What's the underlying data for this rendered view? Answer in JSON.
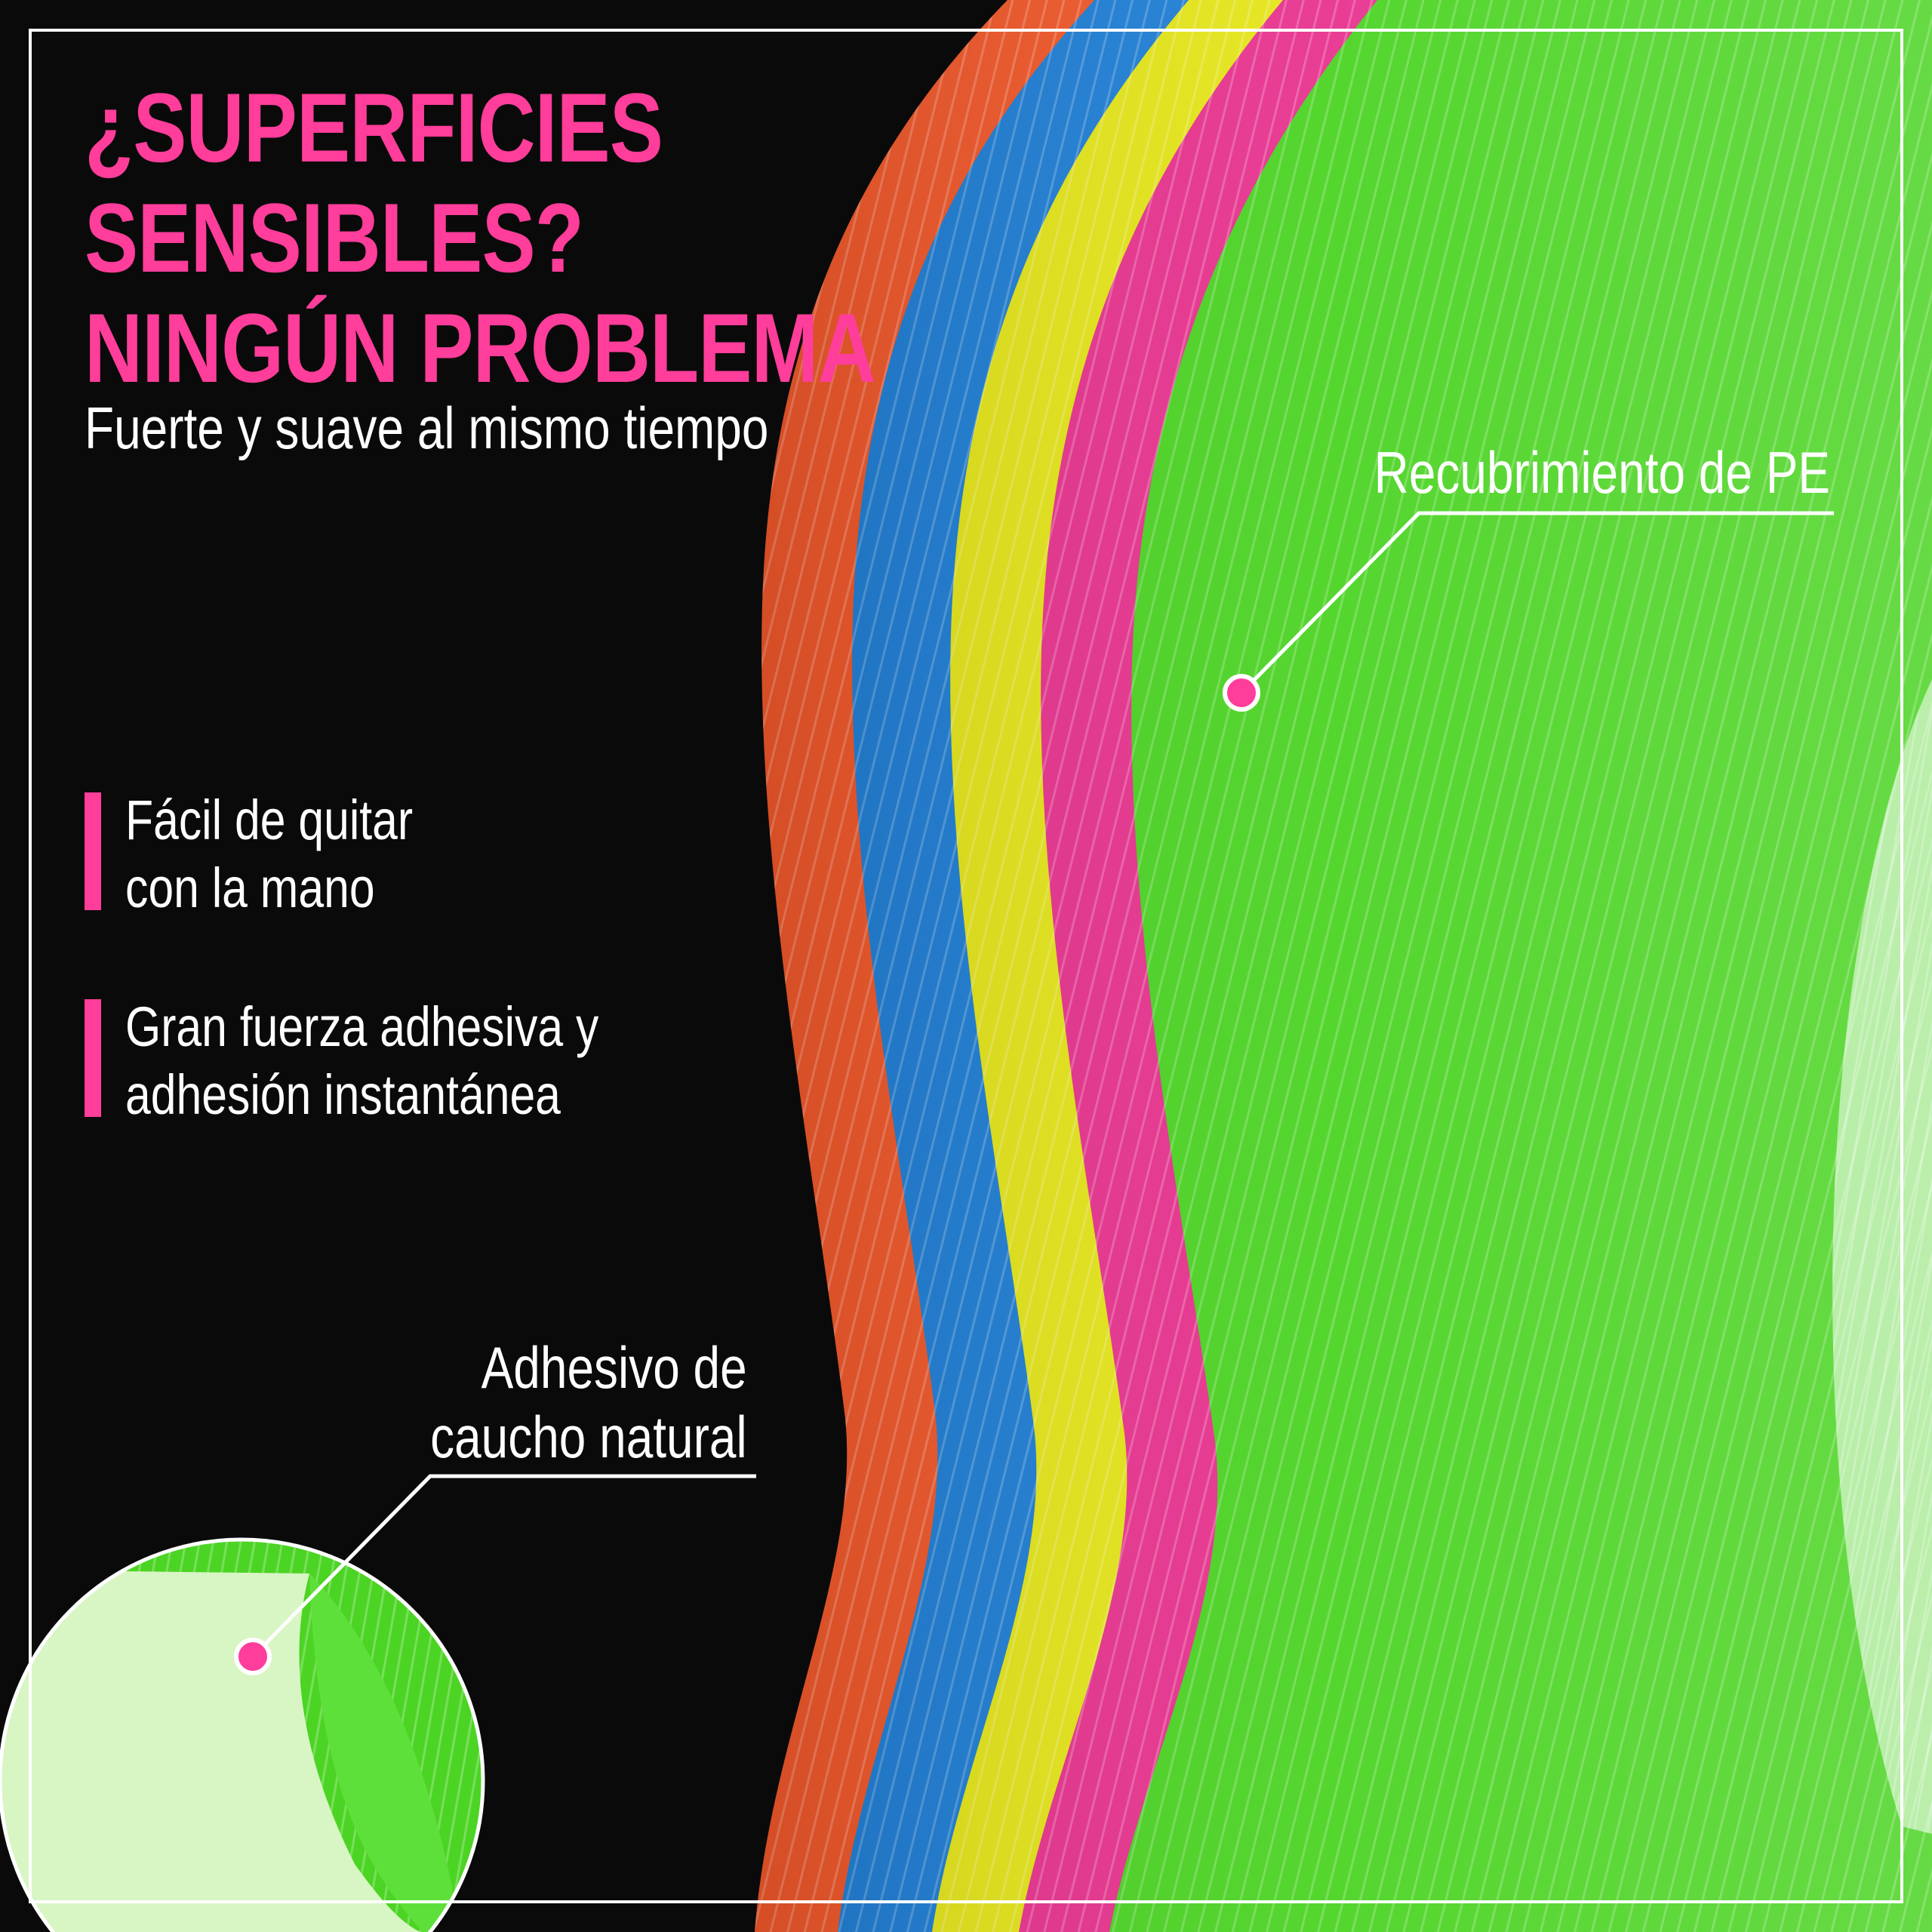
{
  "headline": {
    "lines": [
      "¿SUPERFICIES",
      "SENSIBLES?",
      "NINGÚN PROBLEMA"
    ]
  },
  "subtitle": "Fuerte y suave al mismo tiempo",
  "features": [
    {
      "lines": [
        "Fácil de quitar",
        "con la mano"
      ]
    },
    {
      "lines": [
        "Gran fuerza adhesiva y",
        "adhesión instantánea"
      ]
    }
  ],
  "callouts": {
    "coating": {
      "lines": [
        "Recubrimiento de PE"
      ]
    },
    "adhesive": {
      "lines": [
        "Adhesivo de",
        "caucho natural"
      ]
    }
  },
  "colors": {
    "accent": "#ff3d9a",
    "background": "#0a0a0a",
    "tape_orange": "#f2582a",
    "tape_blue": "#1f7fd6",
    "tape_yellow": "#e6e61a",
    "tape_pink": "#e8338f",
    "tape_green": "#4cd424"
  }
}
